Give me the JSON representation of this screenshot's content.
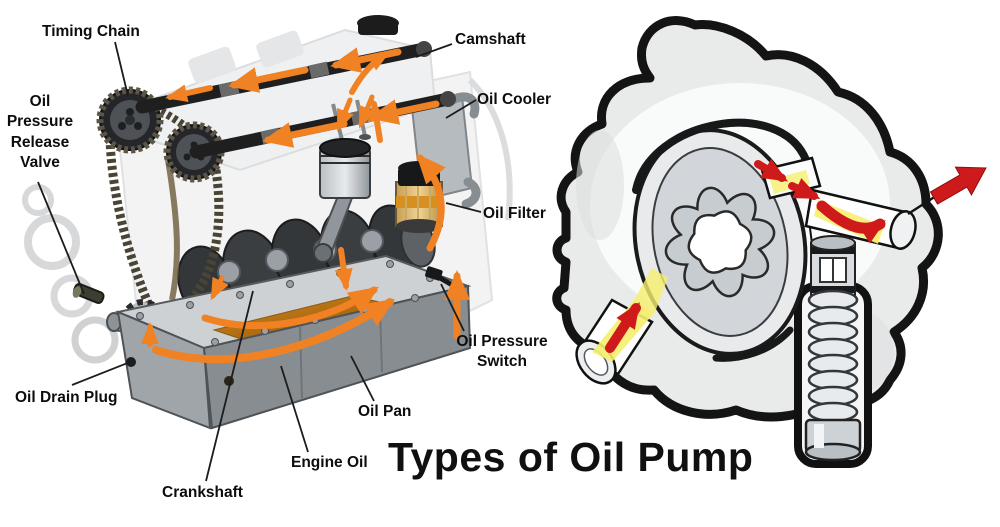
{
  "title": "Types of Oil Pump",
  "colors": {
    "flow_arrow_orange": "#F08224",
    "pump_arrow_red": "#CE1A1A",
    "oil_glow_yellow": "#F6EF6E",
    "engine_oil_brown": "#B06A10",
    "outline_black": "#141414"
  },
  "engine_diagram": {
    "name": "engine lubrication system cutaway",
    "labels": [
      {
        "id": "timing-chain",
        "text": "Timing Chain"
      },
      {
        "id": "oil-pressure-release-valve",
        "text": "Oil\nPressure\nRelease\nValve"
      },
      {
        "id": "camshaft",
        "text": "Camshaft"
      },
      {
        "id": "oil-cooler",
        "text": "Oil Cooler"
      },
      {
        "id": "oil-filter",
        "text": "Oil Filter"
      },
      {
        "id": "oil-pressure-switch",
        "text": "Oil Pressure\nSwitch"
      },
      {
        "id": "oil-drain-plug",
        "text": "Oil Drain Plug"
      },
      {
        "id": "oil-pan",
        "text": "Oil Pan"
      },
      {
        "id": "engine-oil",
        "text": "Engine Oil"
      },
      {
        "id": "crankshaft",
        "text": "Crankshaft"
      }
    ]
  },
  "pump_diagram": {
    "name": "gerotor oil pump cross-section with pressure relief valve"
  }
}
